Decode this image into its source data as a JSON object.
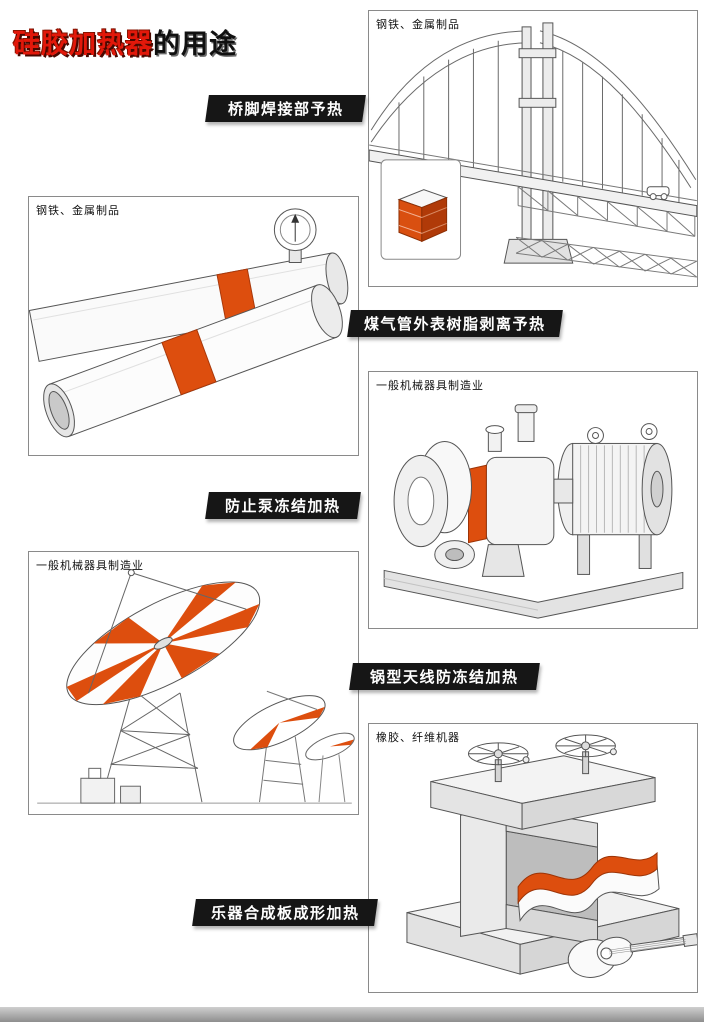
{
  "page": {
    "title": {
      "highlight": "硅胶加热器",
      "suffix": "的用途"
    }
  },
  "sections": [
    {
      "id": "bridge",
      "category": "钢铁、金属制品",
      "banner": "桥脚焊接部予热"
    },
    {
      "id": "pipes",
      "category": "钢铁、金属制品",
      "banner": "煤气管外表树脂剥离予热"
    },
    {
      "id": "pump",
      "category": "一般机械器具制造业",
      "banner": "防止泵冻结加热"
    },
    {
      "id": "antenna",
      "category": "一般机械器具制造业",
      "banner": "锅型天线防冻结加热"
    },
    {
      "id": "press",
      "category": "橡胶、纤维机器",
      "banner": "乐器合成板成形加热"
    }
  ],
  "colors": {
    "accent_orange": "#dd4e0e",
    "banner_background": "#161616",
    "title_red": "#e2180a",
    "line_gray": "#555555"
  }
}
